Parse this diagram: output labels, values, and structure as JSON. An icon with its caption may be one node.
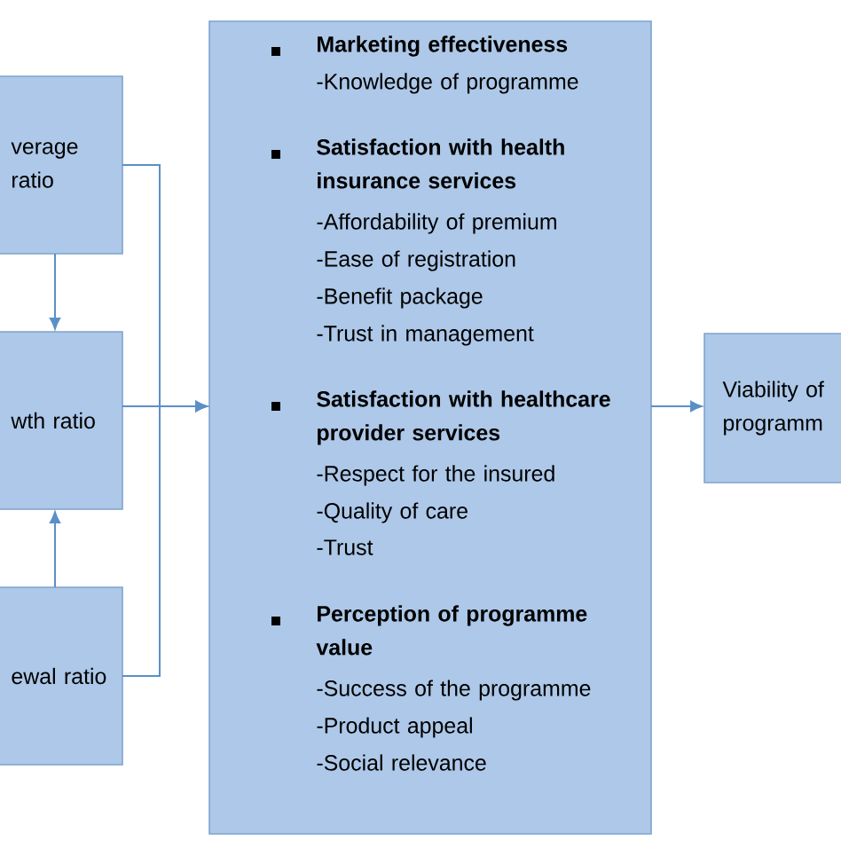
{
  "diagram": {
    "nodes": [
      {
        "text": [
          "verage ratio"
        ]
      },
      {
        "text": [
          "wth ratio"
        ]
      },
      {
        "text": [
          "ewal ratio"
        ]
      },
      {
        "text": [
          "Marketing effectiveness",
          "-Knowledge of programme",
          "Satisfaction with health insurance services",
          "-Affordability of premium",
          "-Ease of registration",
          "-Benefit package",
          "-Trust in management",
          "Satisfaction with healthcare provider services",
          "-Respect for the insured",
          "-Quality of care",
          "-Trust",
          "Perception of programme value",
          "-Success of the programme",
          "-Product appeal",
          "-Social relevance"
        ]
      },
      {
        "text": [
          "Viability of programm"
        ]
      }
    ],
    "edges": [
      {
        "from": 0,
        "to": 1,
        "arrow": "to"
      },
      {
        "from": 2,
        "to": 1,
        "arrow": "to"
      },
      {
        "from": 0,
        "to": 3,
        "arrow": "to"
      },
      {
        "from": 1,
        "to": 3,
        "arrow": "to"
      },
      {
        "from": 2,
        "to": 3,
        "arrow": "to"
      },
      {
        "from": 3,
        "to": 4,
        "arrow": "to"
      }
    ]
  }
}
